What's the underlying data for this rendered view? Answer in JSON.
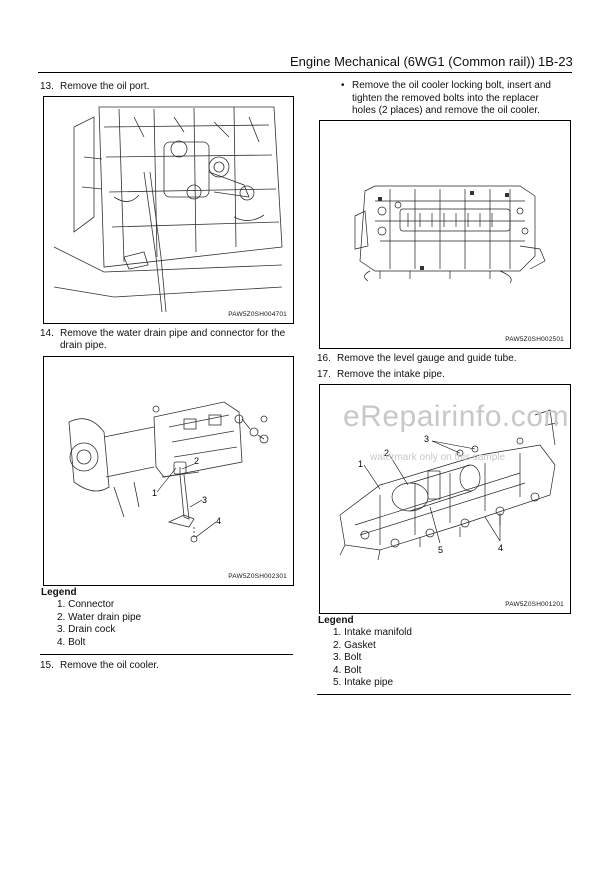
{
  "header": {
    "title": "Engine Mechanical (6WG1 (Common rail))",
    "page": "1B-23"
  },
  "left": {
    "step13": {
      "num": "13.",
      "text": "Remove the oil port."
    },
    "fig1_caption": "PAW5Z0SH004701",
    "step14": {
      "num": "14.",
      "text_line1": "Remove the water drain pipe and connector for the",
      "text_line2": "drain pipe."
    },
    "fig2": {
      "caption": "PAW5Z0SH002301",
      "callouts": [
        "1",
        "2",
        "3",
        "4"
      ]
    },
    "legend_title": "Legend",
    "legend": [
      "1.  Connector",
      "2.  Water drain pipe",
      "3.  Drain cock",
      "4.  Bolt"
    ],
    "step15": {
      "num": "15.",
      "text": "Remove the oil cooler."
    }
  },
  "right": {
    "bullet": "•",
    "bullet_line1": "Remove the oil cooler locking bolt, insert and",
    "bullet_line2": "tighten the removed bolts into the replacer",
    "bullet_line3": "holes (2 places) and remove the oil cooler.",
    "fig3_caption": "PAW5Z0SH002501",
    "step16": {
      "num": "16.",
      "text": "Remove the level gauge and guide tube."
    },
    "step17": {
      "num": "17.",
      "text": "Remove the intake pipe."
    },
    "fig4": {
      "caption": "PAW5Z0SH001201",
      "callouts": [
        "1",
        "2",
        "3",
        "4",
        "5"
      ]
    },
    "legend_title": "Legend",
    "legend": [
      "1.  Intake manifold",
      "2.  Gasket",
      "3.  Bolt",
      "4.  Bolt",
      "5.  Intake pipe"
    ]
  },
  "watermark": {
    "main": "eRepairinfo.com",
    "sub": "watermark only on this sample"
  }
}
